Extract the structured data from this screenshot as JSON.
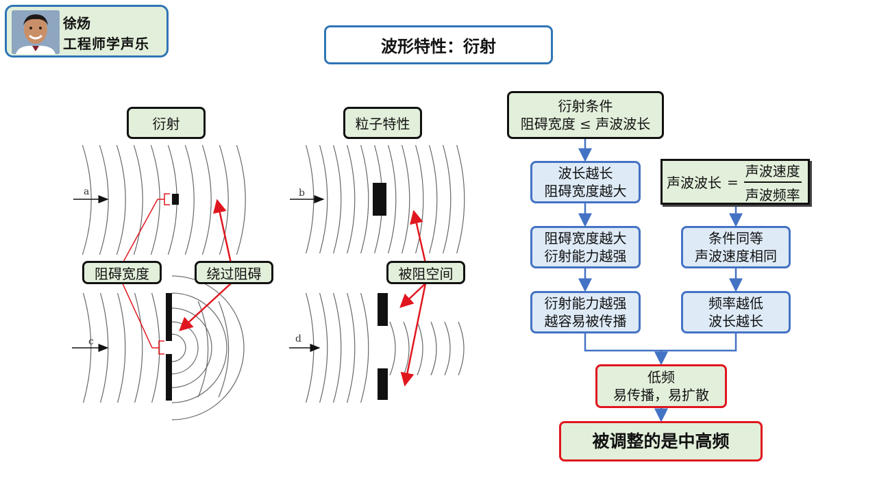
{
  "author": {
    "name": "徐炀",
    "subtitle": "工程师学声乐"
  },
  "title": "波形特性：衍射",
  "labels": {
    "diffraction": "衍射",
    "particle": "粒子特性",
    "obstacle_width": "阻碍宽度",
    "bypass_obstacle": "绕过阻碍",
    "blocked_space": "被阻空间"
  },
  "panel_letters": {
    "a": "a",
    "b": "b",
    "c": "c",
    "d": "d"
  },
  "flowchart": {
    "condition": {
      "line1": "衍射条件",
      "line2": "阻碍宽度 ≤ 声波波长"
    },
    "left": [
      {
        "line1": "波长越长",
        "line2": "阻碍宽度越大"
      },
      {
        "line1": "阻碍宽度越大",
        "line2": "衍射能力越强"
      },
      {
        "line1": "衍射能力越强",
        "line2": "越容易被传播"
      }
    ],
    "formula": {
      "lhs": "声波波长",
      "eq": "=",
      "numerator": "声波速度",
      "denominator": "声波频率"
    },
    "right": [
      {
        "line1": "条件同等",
        "line2": "声波速度相同"
      },
      {
        "line1": "频率越低",
        "line2": "波长越长"
      }
    ],
    "result": {
      "line1": "低频",
      "line2": "易传播，易扩散"
    },
    "conclusion": "被调整的是中高频"
  },
  "colors": {
    "accent_blue": "#2e75b6",
    "flow_blue": "#4472c4",
    "box_green": "#e2efda",
    "arrow_red": "#e0161e"
  }
}
